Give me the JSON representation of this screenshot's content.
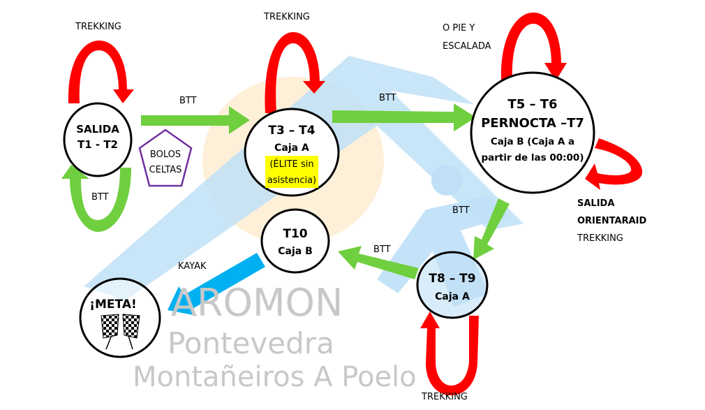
{
  "colors": {
    "trekking": "#ff0000",
    "btt": "#6fcf3f",
    "kayak": "#00b0f0",
    "highlight": "#ffff00",
    "bolos": "#7030a0",
    "watermark": "#c8c8c8",
    "logo_blue": "#bfe0f7",
    "logo_orange": "#fde9c8"
  },
  "watermark": {
    "line1": "AROMON",
    "line2": "Pontevedra",
    "line3": "Montañeiros A Poelo"
  },
  "nodes": {
    "salida": {
      "line1": "SALIDA",
      "line2": "T1 - T2"
    },
    "t3t4": {
      "line1": "T3 – T4",
      "line2": "Caja A",
      "line3": "(ÉLITE sin",
      "line4": "asistencia)"
    },
    "t5t7": {
      "line1": "T5 – T6",
      "line2": "PERNOCTA –T7",
      "line3": "Caja B (Caja A a",
      "line4": "partir de las 00:00)"
    },
    "t10": {
      "line1": "T10",
      "line2": "Caja B"
    },
    "t8t9": {
      "line1": "T8 – T9",
      "line2": "Caja A"
    },
    "meta": {
      "line1": "¡META!",
      "icon": "checkered-flags-icon"
    },
    "bolos": {
      "line1": "BOLOS",
      "line2": "CELTAS"
    }
  },
  "labels": {
    "salida_loop_top": "TREKKING",
    "salida_loop_bottom": "BTT",
    "salida_to_t3": "BTT",
    "t3_loop": "TREKKING",
    "t3_to_t5": "BTT",
    "t5_loop_top_1": "O PIE Y",
    "t5_loop_top_2": "ESCALADA",
    "t5_loop_right_1": "SALIDA",
    "t5_loop_right_2": "ORIENTARAID",
    "t5_loop_right_3": "TREKKING",
    "t5_to_t8": "BTT",
    "t8_to_t10": "BTT",
    "t8_loop": "TREKKING",
    "t10_to_meta": "KAYAK"
  }
}
